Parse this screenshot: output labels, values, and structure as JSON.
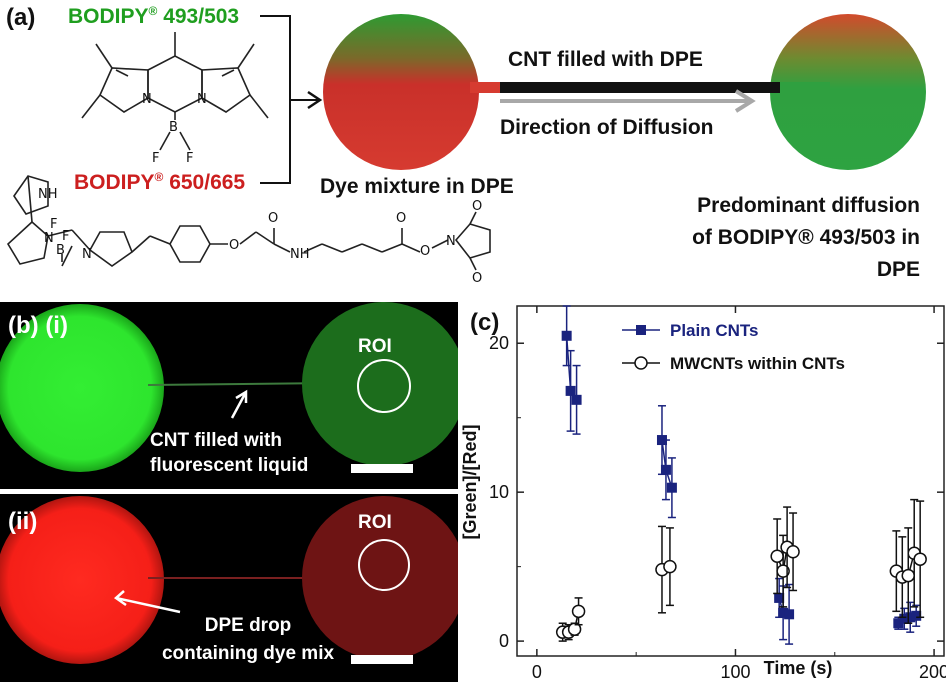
{
  "panel_a": {
    "label": "(a)",
    "dye_green": {
      "name": "BODIPY",
      "mark": "®",
      "spec": " 493/503",
      "color": "#1f9e1f"
    },
    "dye_red": {
      "name": "BODIPY",
      "mark": "®",
      "spec": " 650/665",
      "color": "#cc1f1f"
    },
    "mixture_label": "Dye mixture in DPE",
    "tube_label": "CNT filled with DPE",
    "direction_label": "Direction of Diffusion",
    "result_lines": [
      "Predominant diffusion",
      "of BODIPY® 493/503 in",
      "DPE"
    ],
    "atoms": {
      "N": "N",
      "B": "B",
      "F": "F",
      "NH": "NH",
      "O": "O"
    }
  },
  "panel_b": {
    "label_i": "(b) (i)",
    "label_ii": "(ii)",
    "roi": "ROI",
    "caption_i": [
      "CNT filled with",
      "fluorescent liquid"
    ],
    "caption_ii": [
      "DPE drop",
      "containing dye mix"
    ]
  },
  "chart_data": {
    "type": "scatter",
    "panel_label": "(c)",
    "xlabel": "Time (s)",
    "ylabel": "[Green]/[Red]",
    "xlim": [
      -10,
      205
    ],
    "ylim": [
      -1,
      22.5
    ],
    "xticks": [
      0,
      100,
      200
    ],
    "yticks": [
      0,
      10,
      20
    ],
    "grid": false,
    "legend_position": "top-right",
    "series": [
      {
        "name": "Plain CNTs",
        "marker": "square",
        "color": "#1a237e",
        "x": [
          15,
          17,
          20,
          63,
          65,
          68,
          122,
          124,
          127,
          182,
          185,
          188,
          191
        ],
        "y": [
          20.5,
          16.8,
          16.2,
          13.5,
          11.5,
          10.3,
          2.9,
          1.9,
          1.8,
          1.2,
          1.5,
          1.6,
          1.7
        ],
        "err": [
          2.0,
          2.7,
          2.3,
          2.3,
          2.0,
          2.0,
          1.3,
          1.8,
          2.0,
          0.4,
          0.7,
          1.0,
          0.7
        ]
      },
      {
        "name": "MWCNTs within CNTs",
        "marker": "circle",
        "color": "#111111",
        "x": [
          13,
          16,
          19,
          21,
          63,
          67,
          121,
          124,
          126,
          129,
          181,
          184,
          187,
          190,
          193
        ],
        "y": [
          0.6,
          0.6,
          0.8,
          2.0,
          4.8,
          5.0,
          5.7,
          4.7,
          6.3,
          6.0,
          4.7,
          4.3,
          4.4,
          5.9,
          5.5
        ],
        "err": [
          0.6,
          0.5,
          0.4,
          0.9,
          2.9,
          2.6,
          2.5,
          2.4,
          2.7,
          2.6,
          2.7,
          2.7,
          3.2,
          3.6,
          3.9
        ]
      }
    ]
  }
}
